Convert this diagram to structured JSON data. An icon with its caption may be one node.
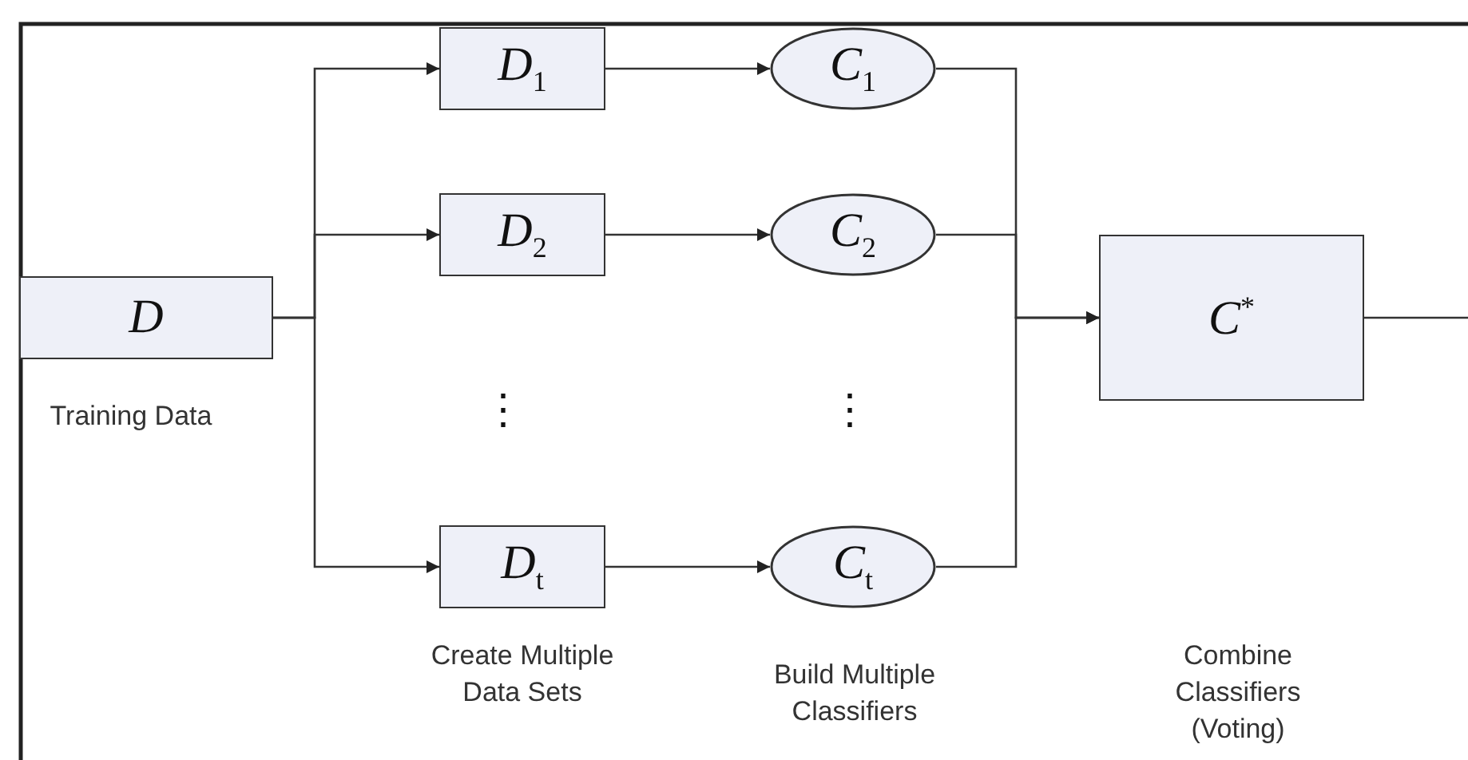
{
  "diagram": {
    "nodes": [
      {
        "text": [
          "*D*"
        ],
        "beside": [
          "Training Data"
        ]
      },
      {
        "text": [
          "*D*$_{1}$"
        ]
      },
      {
        "text": [
          "*D*$_{2}$"
        ]
      },
      {
        "text": [
          "*D*$_{t}$"
        ]
      },
      {
        "text": [
          "*C*$_{1}$"
        ]
      },
      {
        "text": [
          "*C*$_{2}$"
        ]
      },
      {
        "text": [
          "*C*$_{t}$"
        ]
      },
      {
        "text": [
          "*C*$^{*}$"
        ]
      }
    ],
    "edges": [
      {
        "from": 0,
        "to": 1,
        "arrow": "to"
      },
      {
        "from": 0,
        "to": 2,
        "arrow": "to"
      },
      {
        "from": 0,
        "to": 3,
        "arrow": "to"
      },
      {
        "from": 1,
        "to": 4,
        "arrow": "to"
      },
      {
        "from": 2,
        "to": 5,
        "arrow": "to"
      },
      {
        "from": 3,
        "to": 6,
        "arrow": "to"
      },
      {
        "from": 4,
        "to": 7,
        "arrow": "to"
      },
      {
        "from": 5,
        "to": 7,
        "arrow": "to"
      },
      {
        "from": 6,
        "to": 7,
        "arrow": "to"
      },
      {
        "from": 7,
        "to": null,
        "arrow": "none"
      }
    ],
    "labels": [
      "⋮",
      "⋮",
      "Create Multiple Data Sets",
      "Build Multiple Classifiers",
      "Combine Classifiers (Voting)"
    ]
  }
}
